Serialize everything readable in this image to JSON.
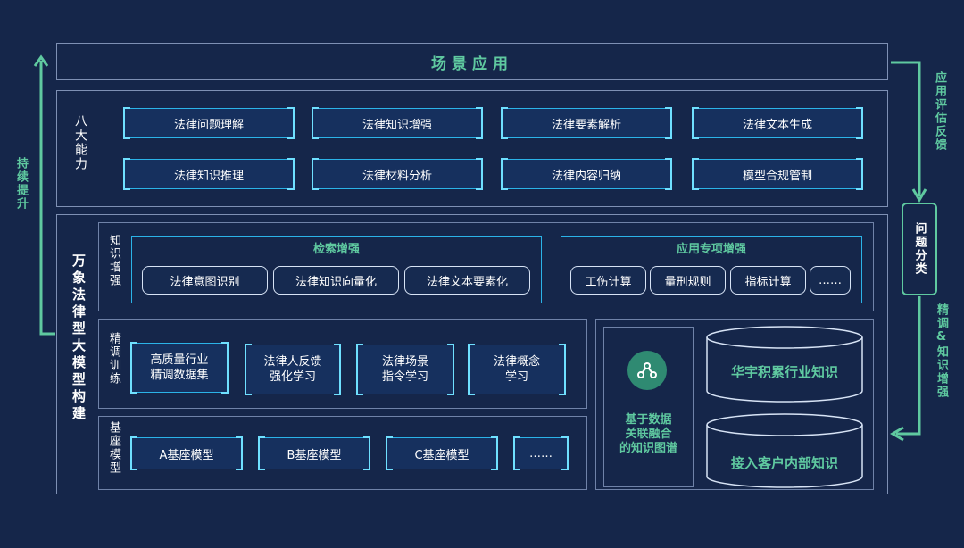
{
  "top_bar": {
    "title": "场景应用"
  },
  "left_arrow": {
    "label": "持续提升"
  },
  "right_top_arrow": {
    "label": "应用评估反馈"
  },
  "right_bottom_arrow": {
    "label": "精调&知识增强"
  },
  "question_box": {
    "label": "问题分类"
  },
  "eight_abilities": {
    "title": "八大能力",
    "items": [
      "法律问题理解",
      "法律知识增强",
      "法律要素解析",
      "法律文本生成",
      "法律知识推理",
      "法律材料分析",
      "法律内容归纳",
      "模型合规管制"
    ]
  },
  "build": {
    "title": "万象法律型大模型构建"
  },
  "knowledge_enhance": {
    "title": "知识增强",
    "retrieval": {
      "title": "检索增强",
      "items": [
        "法律意图识别",
        "法律知识向量化",
        "法律文本要素化"
      ]
    },
    "application": {
      "title": "应用专项增强",
      "items": [
        "工伤计算",
        "量刑规则",
        "指标计算",
        "……"
      ]
    }
  },
  "fine_tune": {
    "title": "精调训练",
    "items": [
      [
        "高质量行业",
        "精调数据集"
      ],
      [
        "法律人反馈",
        "强化学习"
      ],
      [
        "法律场景",
        "指令学习"
      ],
      [
        "法律概念",
        "学习"
      ]
    ]
  },
  "base_models": {
    "title": "基座模型",
    "items": [
      "A基座模型",
      "B基座模型",
      "C基座模型",
      "……"
    ]
  },
  "knowledge_graph": {
    "label": [
      "基于数据",
      "关联融合",
      "的知识图谱"
    ],
    "icon": "graph-share-icon",
    "sources": [
      "华宇积累行业知识",
      "接入客户内部知识"
    ]
  },
  "colors": {
    "accent_green": "#5fc9a0",
    "accent_cyan": "#2bb3e8",
    "background": "#15264a"
  }
}
